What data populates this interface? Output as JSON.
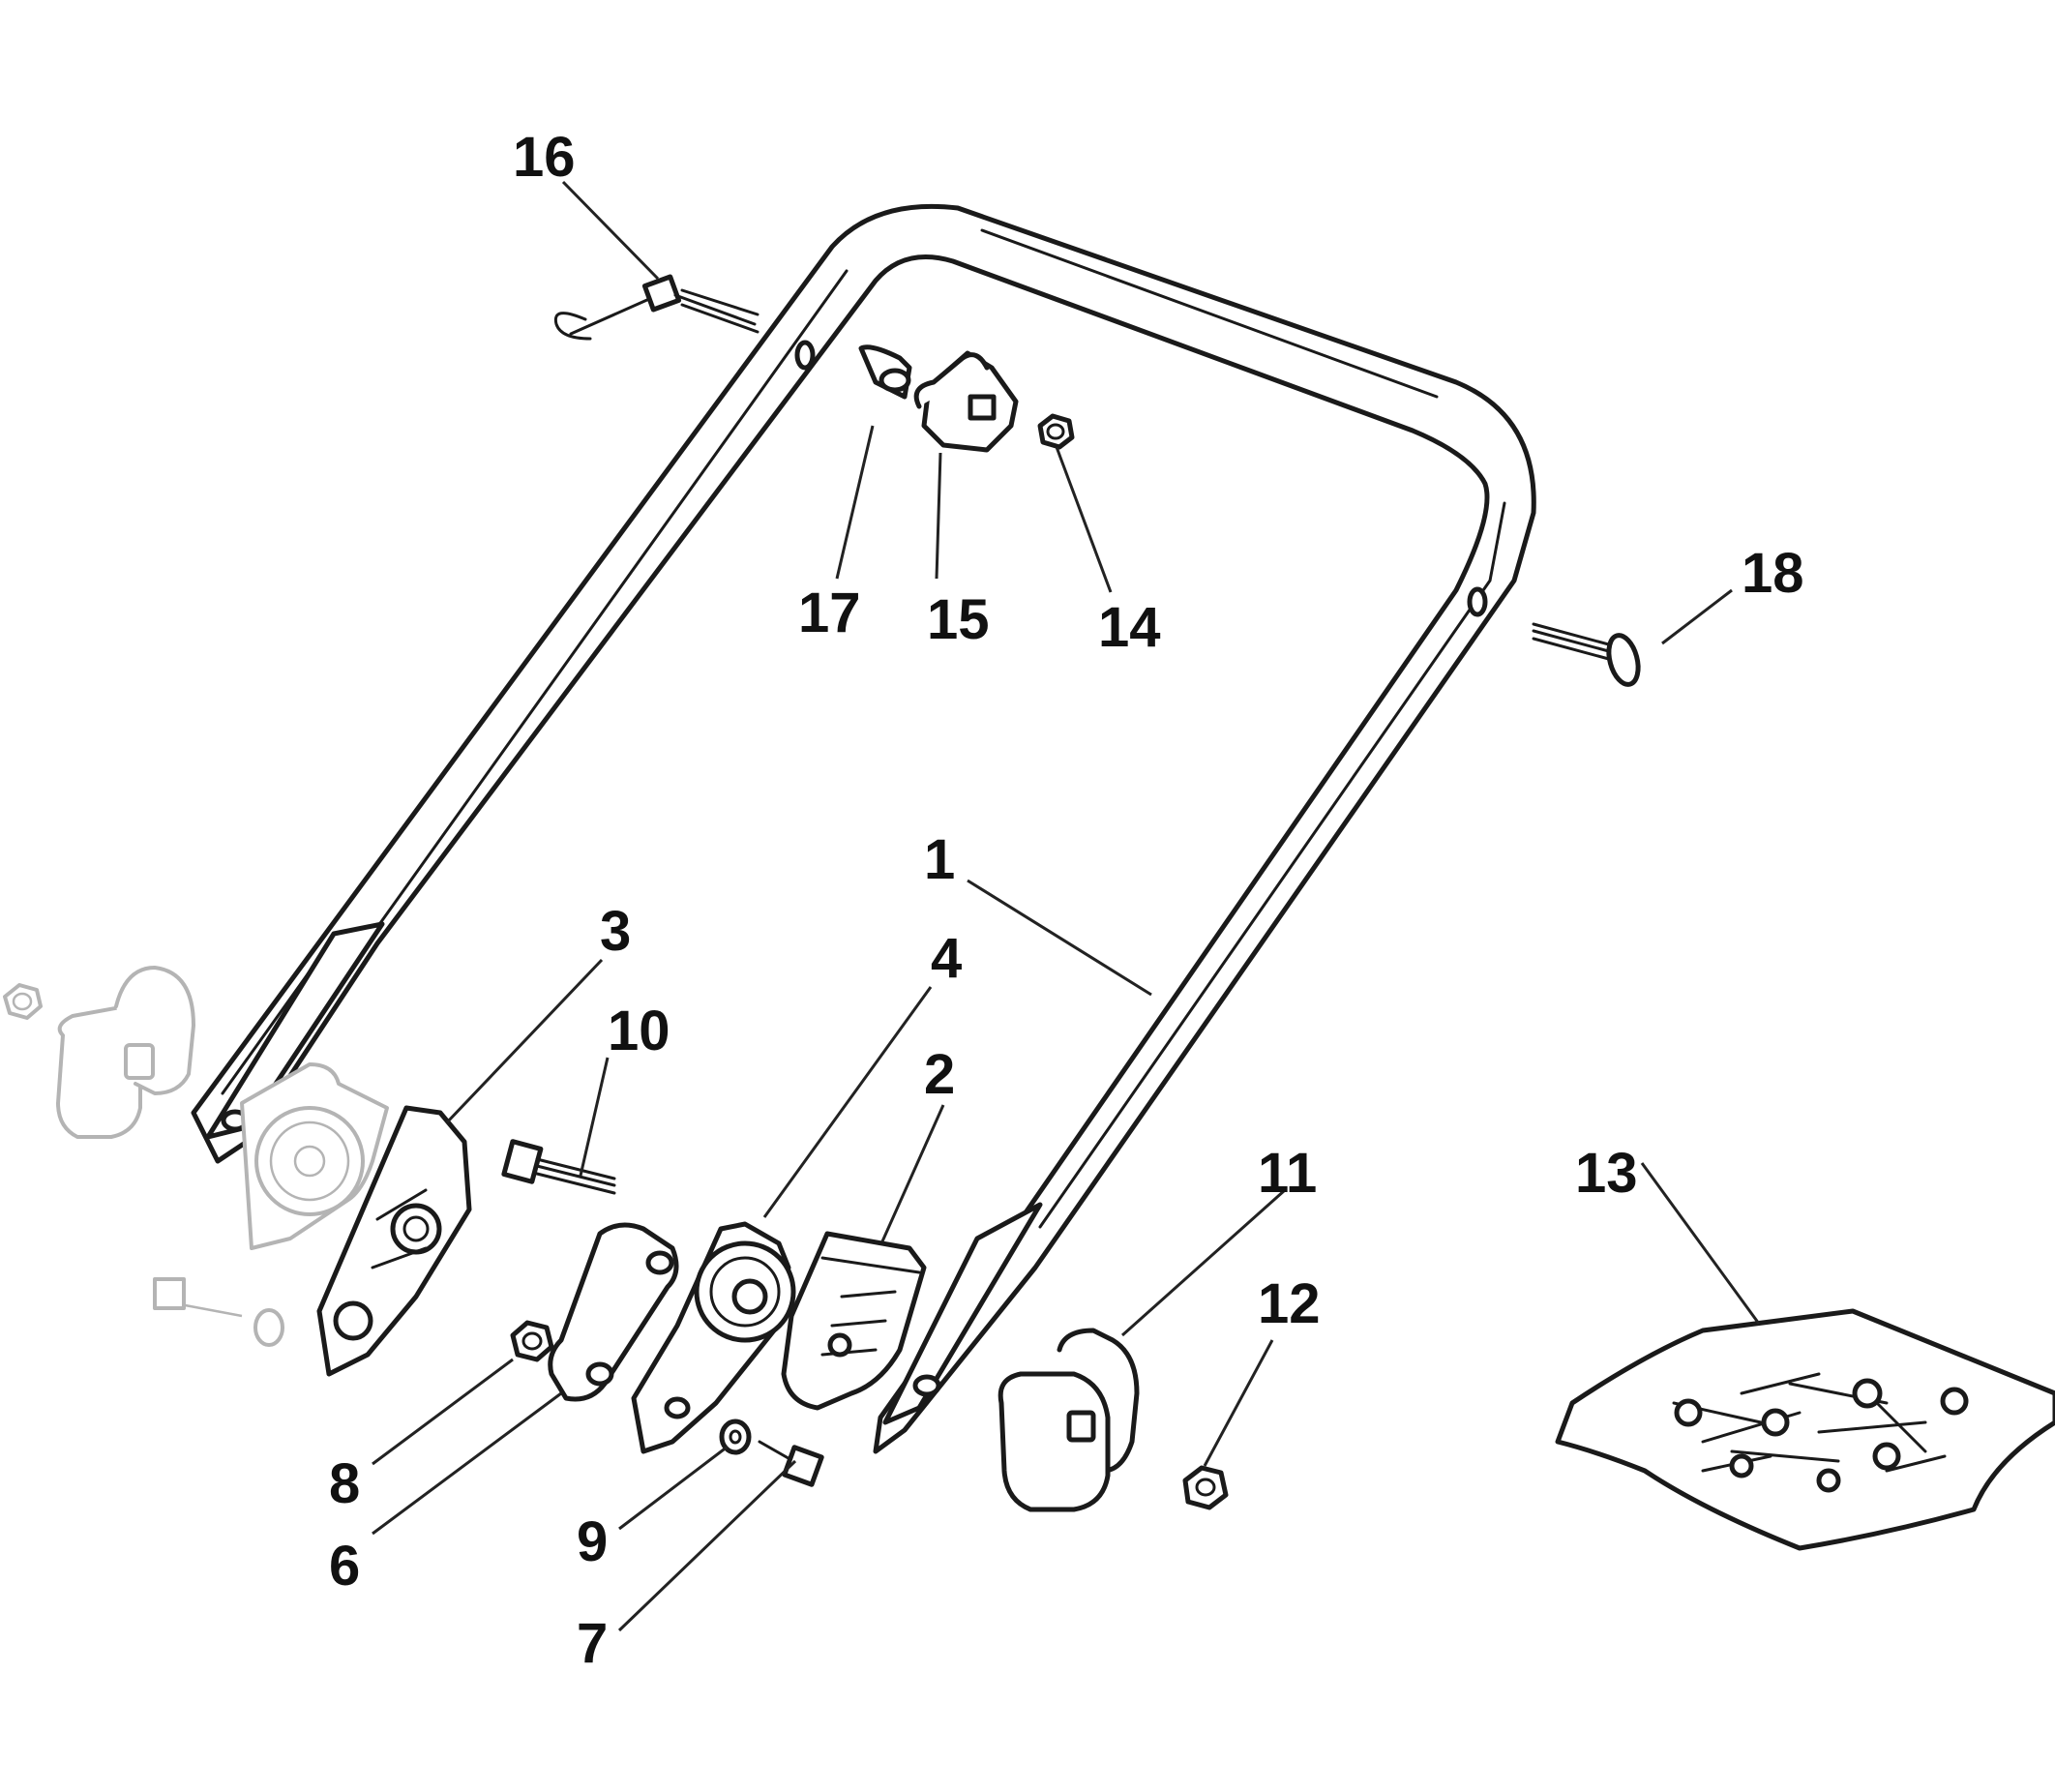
{
  "callouts": [
    {
      "id": "1",
      "label": "1"
    },
    {
      "id": "2",
      "label": "2"
    },
    {
      "id": "3",
      "label": "3"
    },
    {
      "id": "4",
      "label": "4"
    },
    {
      "id": "6",
      "label": "6"
    },
    {
      "id": "7",
      "label": "7"
    },
    {
      "id": "8",
      "label": "8"
    },
    {
      "id": "9",
      "label": "9"
    },
    {
      "id": "10",
      "label": "10"
    },
    {
      "id": "11",
      "label": "11"
    },
    {
      "id": "12",
      "label": "12"
    },
    {
      "id": "13",
      "label": "13"
    },
    {
      "id": "14",
      "label": "14"
    },
    {
      "id": "15",
      "label": "15"
    },
    {
      "id": "16",
      "label": "16"
    },
    {
      "id": "17",
      "label": "17"
    },
    {
      "id": "18",
      "label": "18"
    }
  ],
  "colors": {
    "line": "#1a1a1a",
    "ghost": "#b4b4b4",
    "background": "#ffffff"
  }
}
